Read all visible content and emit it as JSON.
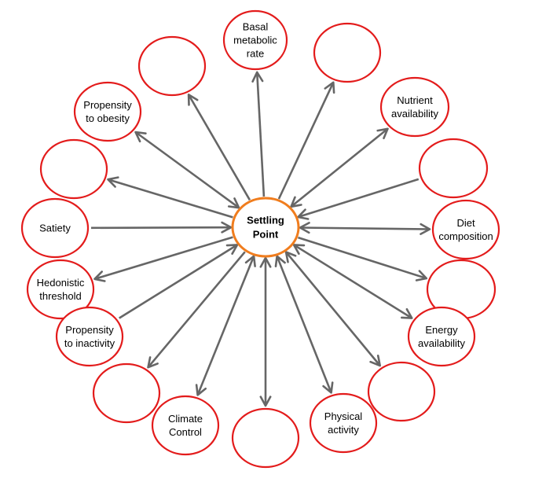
{
  "center": {
    "lines": [
      "Settling",
      "Point"
    ]
  },
  "nodes": [
    {
      "id": "basal-metabolic-rate",
      "lines": [
        "Basal",
        "metabolic",
        "rate"
      ]
    },
    {
      "id": "empty-top-left",
      "lines": []
    },
    {
      "id": "empty-top-right",
      "lines": []
    },
    {
      "id": "propensity-to-obesity",
      "lines": [
        "Propensity",
        "to obesity"
      ]
    },
    {
      "id": "nutrient-availability",
      "lines": [
        "Nutrient",
        "availability"
      ]
    },
    {
      "id": "empty-left-upper",
      "lines": []
    },
    {
      "id": "empty-right-upper",
      "lines": []
    },
    {
      "id": "satiety",
      "lines": [
        "Satiety"
      ]
    },
    {
      "id": "diet-composition",
      "lines": [
        "Diet",
        "composition"
      ]
    },
    {
      "id": "hedonistic-threshold",
      "lines": [
        "Hedonistic",
        "threshold"
      ]
    },
    {
      "id": "empty-right-middle",
      "lines": []
    },
    {
      "id": "propensity-to-inactivity",
      "lines": [
        "Propensity",
        "to inactivity"
      ]
    },
    {
      "id": "energy-availability",
      "lines": [
        "Energy",
        "availability"
      ]
    },
    {
      "id": "empty-bottom-left",
      "lines": []
    },
    {
      "id": "empty-bottom-right",
      "lines": []
    },
    {
      "id": "climate-control",
      "lines": [
        "Climate",
        "Control"
      ]
    },
    {
      "id": "empty-bottom",
      "lines": []
    },
    {
      "id": "physical-activity",
      "lines": [
        "Physical",
        "activity"
      ]
    }
  ],
  "colors": {
    "node_stroke": "#e31b1b",
    "center_stroke": "#f07d1e",
    "arrow": "#666666"
  }
}
